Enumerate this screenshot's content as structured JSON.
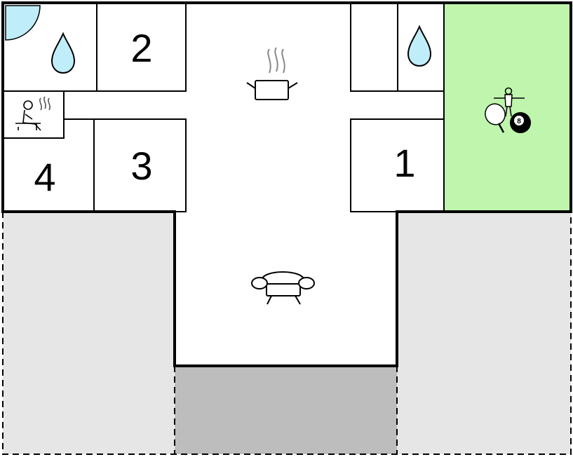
{
  "rooms": {
    "bedroom_1": "1",
    "bedroom_2": "2",
    "bedroom_3": "3",
    "bedroom_4": "4"
  },
  "billiard_ball_number": "8",
  "colors": {
    "game_room": "#bff5ad",
    "terrace": "#e6e6e6",
    "entrance_deck": "#bdbdbd",
    "water": "#bfeefa",
    "walls": "#000000"
  },
  "icons": [
    "shower-icon",
    "water-drop-icon",
    "sauna-icon",
    "cooking-pot-icon",
    "sofa-icon",
    "foosball-icon",
    "table-tennis-icon",
    "billiard-ball-icon"
  ]
}
